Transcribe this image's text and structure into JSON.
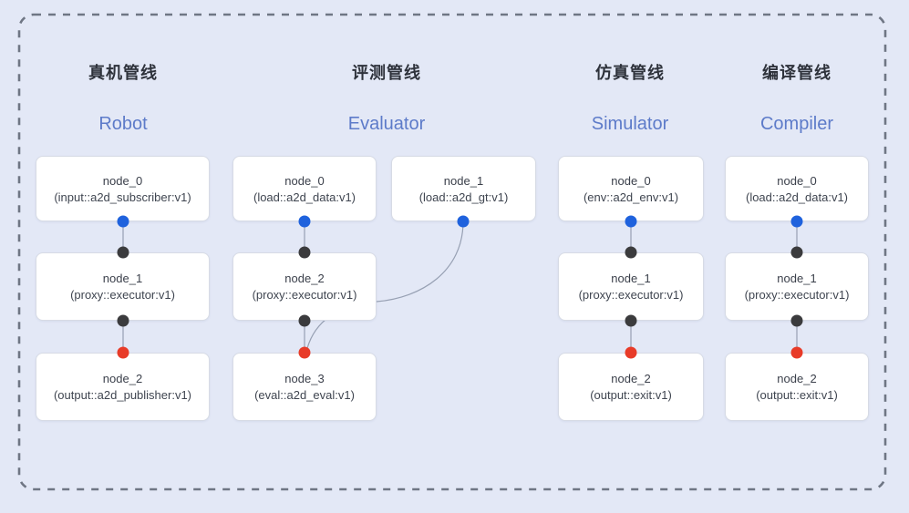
{
  "diagram": {
    "description_colors": {
      "background": "#e3e8f6",
      "frame_dash": "#6f7684",
      "node_fill": "#ffffff",
      "node_border": "#d7dbe5",
      "edge": "#97a0b3",
      "input_port_dot": "#1f62dd",
      "mid_port_dot": "#3b3b3d",
      "output_port_dot": "#e83b28",
      "cn_title_text": "#2e323b",
      "en_title_text": "#5d7bc9"
    },
    "pipelines": [
      {
        "title_cn": "真机管线",
        "title_en": "Robot",
        "nodes": [
          {
            "name": "node_0",
            "type": "(input::a2d_subscriber:v1)"
          },
          {
            "name": "node_1",
            "type": "(proxy::executor:v1)"
          },
          {
            "name": "node_2",
            "type": "(output::a2d_publisher:v1)"
          }
        ]
      },
      {
        "title_cn": "评测管线",
        "title_en": "Evaluator",
        "nodes": [
          {
            "name": "node_0",
            "type": "(load::a2d_data:v1)"
          },
          {
            "name": "node_1",
            "type": "(load::a2d_gt:v1)"
          },
          {
            "name": "node_2",
            "type": "(proxy::executor:v1)"
          },
          {
            "name": "node_3",
            "type": "(eval::a2d_eval:v1)"
          }
        ]
      },
      {
        "title_cn": "仿真管线",
        "title_en": "Simulator",
        "nodes": [
          {
            "name": "node_0",
            "type": "(env::a2d_env:v1)"
          },
          {
            "name": "node_1",
            "type": "(proxy::executor:v1)"
          },
          {
            "name": "node_2",
            "type": "(output::exit:v1)"
          }
        ]
      },
      {
        "title_cn": "编译管线",
        "title_en": "Compiler",
        "nodes": [
          {
            "name": "node_0",
            "type": "(load::a2d_data:v1)"
          },
          {
            "name": "node_1",
            "type": "(proxy::executor:v1)"
          },
          {
            "name": "node_2",
            "type": "(output::exit:v1)"
          }
        ]
      }
    ]
  }
}
